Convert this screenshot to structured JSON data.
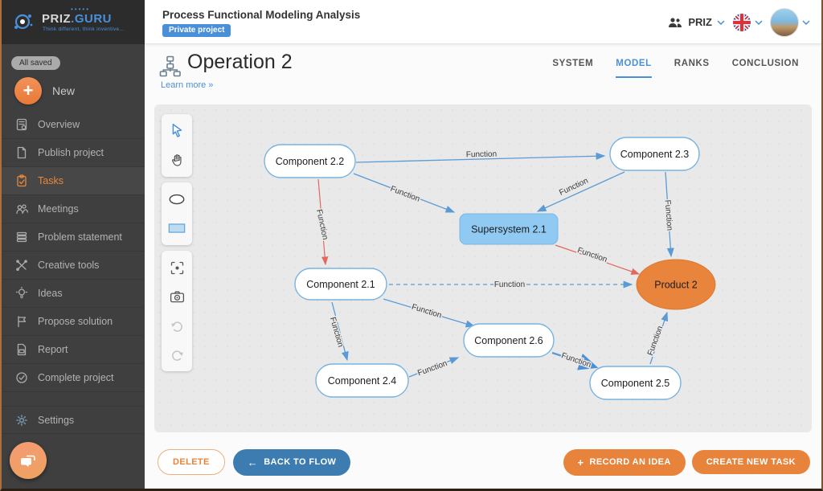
{
  "brand": {
    "name_primary": "PRIZ",
    "name_secondary": ".GURU",
    "tagline": "Think different, think inventive...",
    "dots": "•••••"
  },
  "topbar": {
    "project_title": "Process Functional Modeling Analysis",
    "privacy_badge": "Private project",
    "team_name": "PRIZ"
  },
  "sidebar": {
    "saved_status": "All saved",
    "new_label": "New",
    "items": [
      {
        "label": "Overview",
        "icon": "overview-icon"
      },
      {
        "label": "Publish project",
        "icon": "publish-icon"
      },
      {
        "label": "Tasks",
        "icon": "tasks-icon",
        "active": true
      },
      {
        "label": "Meetings",
        "icon": "meetings-icon"
      },
      {
        "label": "Problem statement",
        "icon": "problem-statement-icon"
      },
      {
        "label": "Creative tools",
        "icon": "creative-tools-icon"
      },
      {
        "label": "Ideas",
        "icon": "ideas-icon"
      },
      {
        "label": "Propose solution",
        "icon": "propose-solution-icon"
      },
      {
        "label": "Report",
        "icon": "report-icon"
      },
      {
        "label": "Complete project",
        "icon": "complete-project-icon"
      }
    ],
    "settings_label": "Settings"
  },
  "page": {
    "title": "Operation 2",
    "learn_more": "Learn more »",
    "tabs": [
      "SYSTEM",
      "MODEL",
      "RANKS",
      "CONCLUSION"
    ],
    "active_tab": "MODEL"
  },
  "canvas": {
    "nodes": [
      {
        "id": "component-2-2",
        "label": "Component 2.2",
        "type": "component"
      },
      {
        "id": "component-2-3",
        "label": "Component 2.3",
        "type": "component"
      },
      {
        "id": "supersystem-2-1",
        "label": "Supersystem 2.1",
        "type": "supersystem"
      },
      {
        "id": "component-2-1",
        "label": "Component 2.1",
        "type": "component"
      },
      {
        "id": "product-2",
        "label": "Product 2",
        "type": "product"
      },
      {
        "id": "component-2-6",
        "label": "Component 2.6",
        "type": "component"
      },
      {
        "id": "component-2-4",
        "label": "Component 2.4",
        "type": "component"
      },
      {
        "id": "component-2-5",
        "label": "Component 2.5",
        "type": "component"
      }
    ],
    "edges": [
      {
        "from": "component-2-2",
        "to": "component-2-3",
        "label": "Function",
        "color": "blue",
        "style": "solid"
      },
      {
        "from": "component-2-2",
        "to": "supersystem-2-1",
        "label": "Function",
        "color": "blue",
        "style": "solid"
      },
      {
        "from": "component-2-3",
        "to": "supersystem-2-1",
        "label": "Function",
        "color": "blue",
        "style": "solid"
      },
      {
        "from": "component-2-2",
        "to": "component-2-1",
        "label": "Function",
        "color": "red",
        "style": "solid"
      },
      {
        "from": "component-2-3",
        "to": "product-2",
        "label": "Function",
        "color": "blue",
        "style": "solid"
      },
      {
        "from": "supersystem-2-1",
        "to": "product-2",
        "label": "Function",
        "color": "red",
        "style": "solid"
      },
      {
        "from": "component-2-1",
        "to": "product-2",
        "label": "Function",
        "color": "blue",
        "style": "dashed"
      },
      {
        "from": "component-2-1",
        "to": "component-2-6",
        "label": "Function",
        "color": "blue",
        "style": "solid"
      },
      {
        "from": "component-2-1",
        "to": "component-2-4",
        "label": "Function",
        "color": "blue",
        "style": "solid"
      },
      {
        "from": "component-2-4",
        "to": "component-2-6",
        "label": "Function",
        "color": "blue",
        "style": "solid"
      },
      {
        "from": "component-2-6",
        "to": "component-2-5",
        "label": "Function",
        "color": "blue",
        "style": "solid"
      },
      {
        "from": "component-2-5",
        "to": "product-2",
        "label": "Function",
        "color": "blue",
        "style": "solid"
      }
    ]
  },
  "footer": {
    "delete_label": "DELETE",
    "back_label": "BACK TO FLOW",
    "back_arrow": "←",
    "record_idea_label": "RECORD AN IDEA",
    "plus": "+",
    "create_task_label": "CREATE NEW TASK"
  },
  "colors": {
    "accent_orange": "#e8833c",
    "accent_blue": "#4a90d9",
    "edge_blue": "#5b9bd5",
    "edge_red": "#e0695c",
    "supersystem_fill": "#90c9f2",
    "product_fill": "#e8843c",
    "sidebar_bg": "#3f3f3f",
    "canvas_bg": "#e9e9e9"
  }
}
